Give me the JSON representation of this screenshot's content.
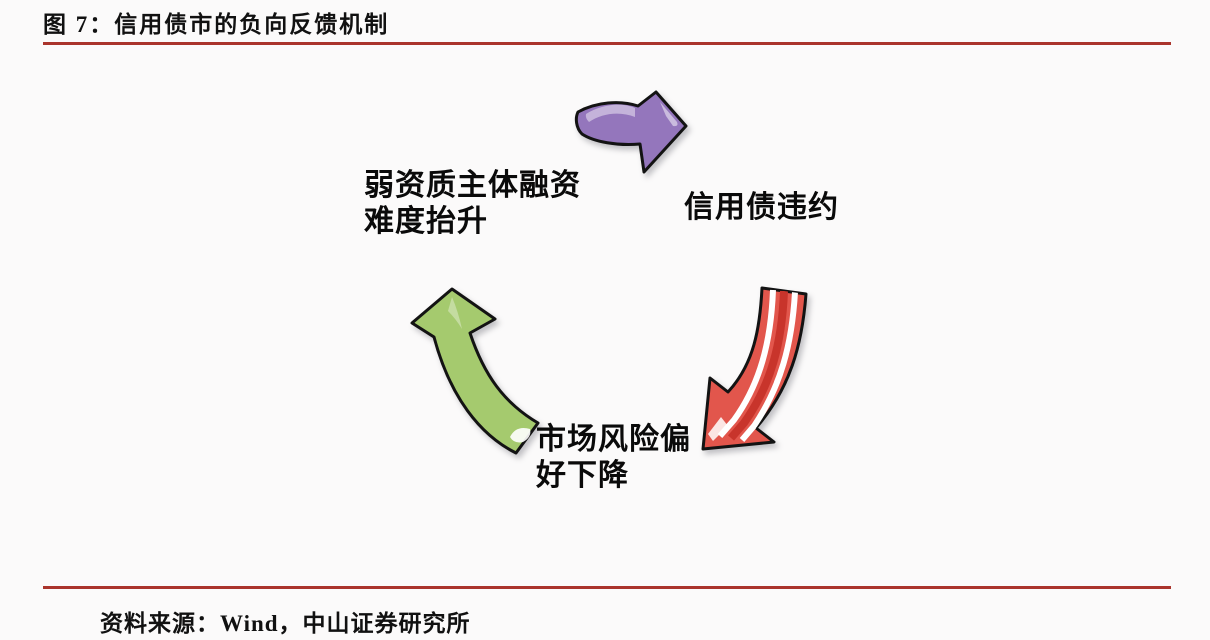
{
  "figure": {
    "title": "图 7：信用债市的负向反馈机制",
    "source": "资料来源：Wind，中山证券研究所"
  },
  "diagram": {
    "type": "cycle",
    "nodes": [
      {
        "id": "weak-issuer-financing",
        "lines": [
          "弱资质主体融资",
          "难度抬升"
        ]
      },
      {
        "id": "credit-bond-default",
        "lines": [
          "信用债违约"
        ]
      },
      {
        "id": "market-risk-appetite",
        "lines": [
          "市场风险偏",
          "好下降"
        ]
      }
    ],
    "flow": [
      {
        "from": "弱资质主体融资难度抬升",
        "to": "信用债违约",
        "arrow": "purple",
        "direction": "up-right"
      },
      {
        "from": "信用债违约",
        "to": "市场风险偏好下降",
        "arrow": "red",
        "direction": "down-left"
      },
      {
        "from": "市场风险偏好下降",
        "to": "弱资质主体融资难度抬升",
        "arrow": "green",
        "direction": "up"
      }
    ]
  },
  "colors": {
    "background": "#FBFAFA",
    "rule_red": "#AA342C",
    "text": "#111111",
    "arrow_purple": "#9476BC",
    "arrow_red": "#E2564C",
    "arrow_red_core": "#C8342B",
    "arrow_green": "#A5CA6E",
    "outline": "#131313"
  }
}
